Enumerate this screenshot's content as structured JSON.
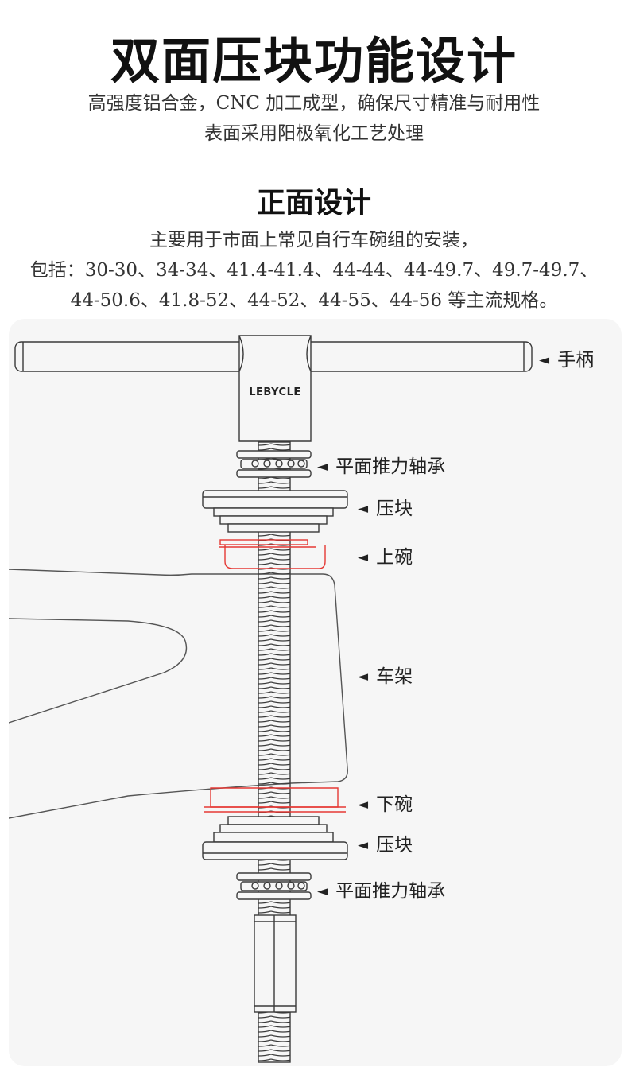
{
  "hero": {
    "title": "双面压块功能设计",
    "subtitle_line1": "高强度铝合金，CNC 加工成型，确保尺寸精准与耐用性",
    "subtitle_line2": "表面采用阳极氧化工艺处理"
  },
  "front_design": {
    "title": "正面设计",
    "line1": "主要用于市面上常见自行车碗组的安装，",
    "line2": "包括：30-30、34-34、41.4-41.4、44-44、44-49.7、49.7-49.7、",
    "line3": "44-50.6、41.8-52、44-52、44-55、44-56 等主流规格。"
  },
  "diagram": {
    "brand": "LEBYCLE",
    "arrow_glyph": "◄",
    "callouts": [
      {
        "label": "手柄"
      },
      {
        "label": "平面推力轴承"
      },
      {
        "label": "压块"
      },
      {
        "label": "上碗"
      },
      {
        "label": "车架"
      },
      {
        "label": "下碗"
      },
      {
        "label": "压块"
      },
      {
        "label": "平面推力轴承"
      }
    ],
    "colors": {
      "outline": "#3a3a3a",
      "cup_accent": "#e53935",
      "panel_bg": "#f6f6f6"
    }
  }
}
